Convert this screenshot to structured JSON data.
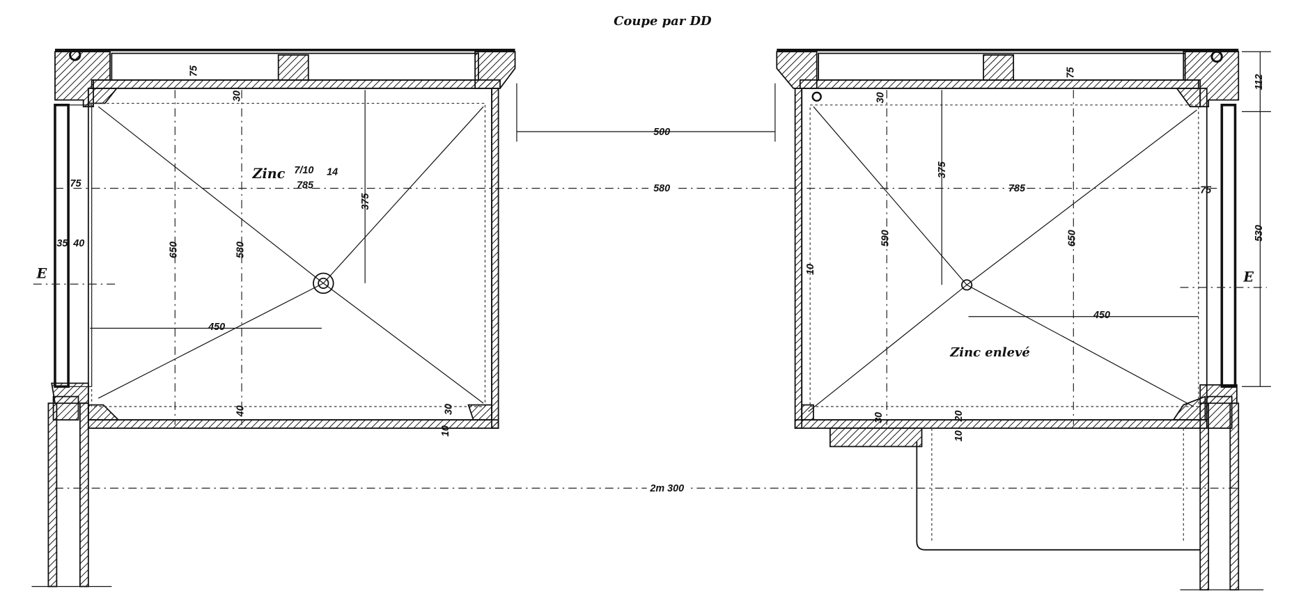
{
  "title": "Coupe par DD",
  "left_tank": {
    "label": "Zinc",
    "zinc_gauge": "7/10",
    "zinc_number": "14",
    "dims": {
      "width_785": "785",
      "depth_375": "375",
      "height_650": "650",
      "height_580": "580",
      "half_450": "450",
      "top_75": "75",
      "side_75": "75",
      "corner_30": "30",
      "wall_35": "35",
      "wall_40": "40",
      "bottom_10": "10",
      "bottom_30": "30",
      "bottom_40": "40"
    },
    "section_mark": "E"
  },
  "right_tank": {
    "label": "Zinc enlevé",
    "dims": {
      "width_785": "785",
      "depth_375": "375",
      "height_590": "590",
      "height_650": "650",
      "half_450": "450",
      "top_75": "75",
      "side_75": "75",
      "height_530": "530",
      "top_112": "112",
      "corner_30": "30",
      "wall_10": "10",
      "bottom_20": "20",
      "bottom_10": "10",
      "bottom_30": "30"
    },
    "section_mark": "E"
  },
  "gap_dim": "500",
  "axis_dim": "580",
  "overall_dim": "2m 300"
}
